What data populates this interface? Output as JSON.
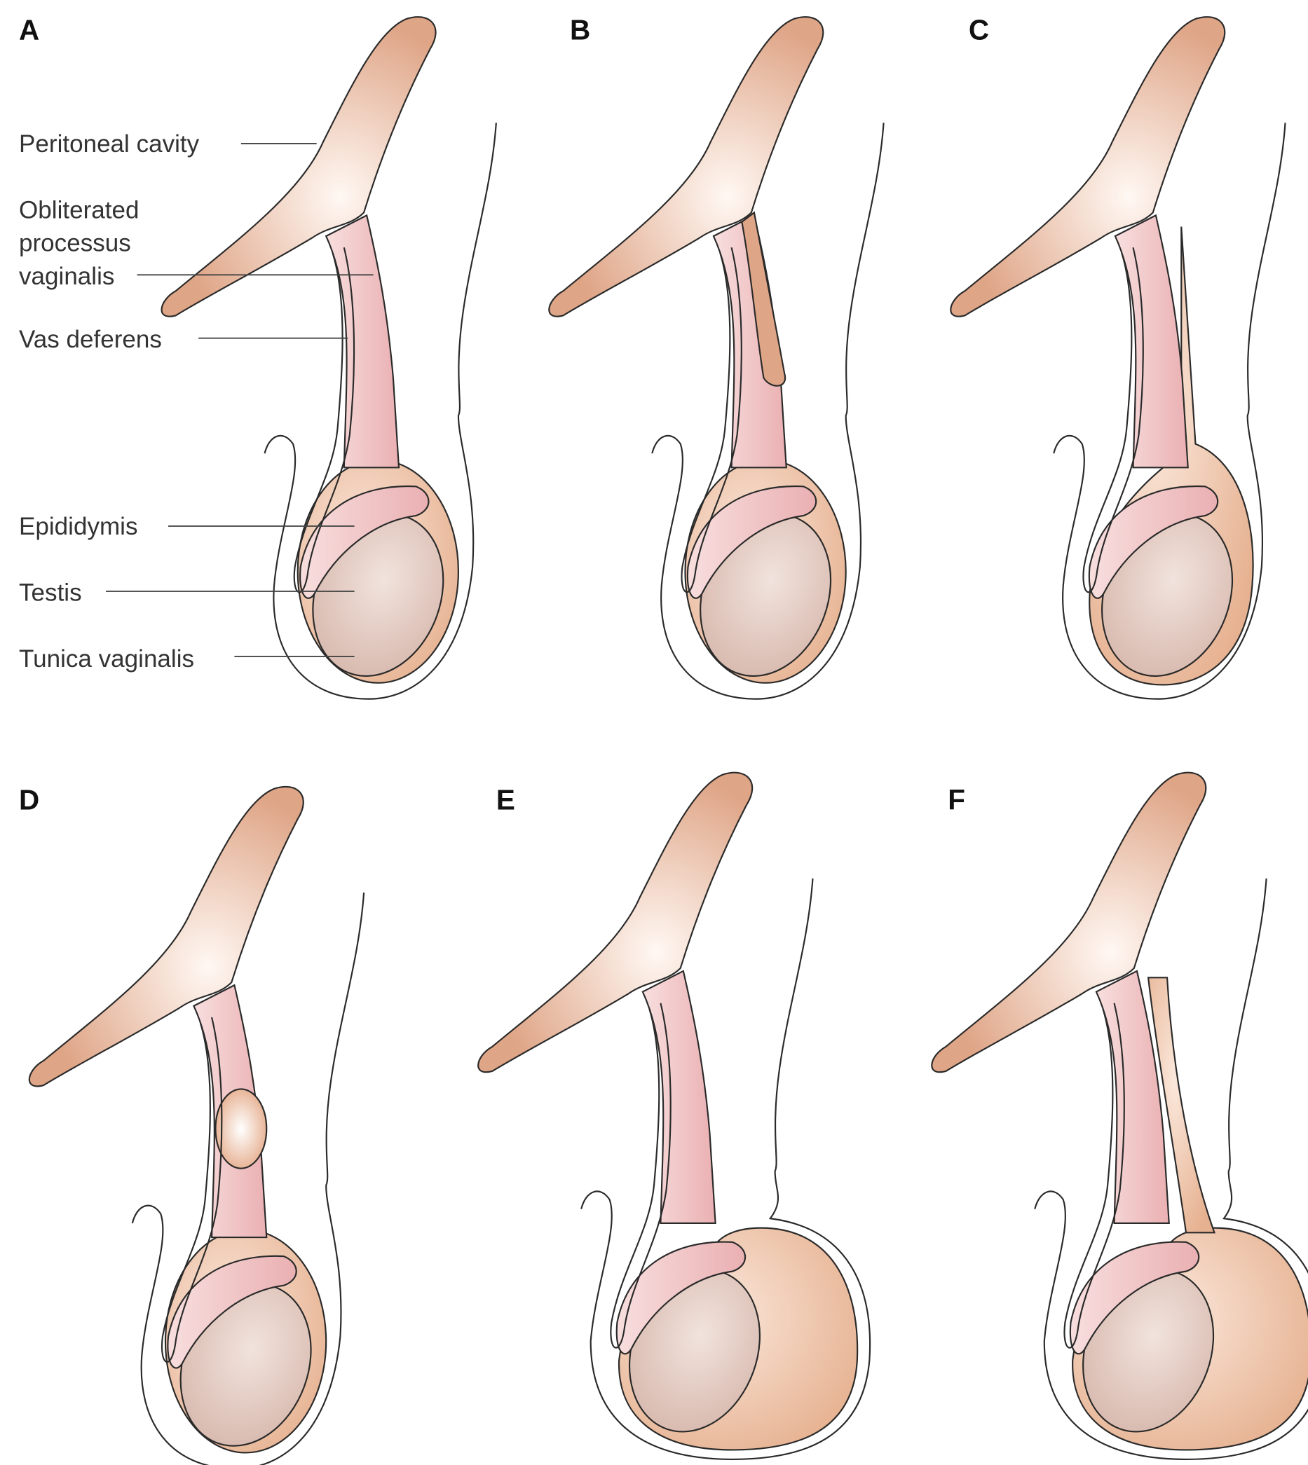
{
  "panels": [
    {
      "letter": "A"
    },
    {
      "letter": "B"
    },
    {
      "letter": "C"
    },
    {
      "letter": "D"
    },
    {
      "letter": "E"
    },
    {
      "letter": "F"
    }
  ],
  "labels": {
    "peritoneal_cavity": "Peritoneal cavity",
    "obliterated_1": "Obliterated",
    "obliterated_2": "processus",
    "obliterated_3": "vaginalis",
    "vas_deferens": "Vas deferens",
    "epididymis": "Epididymis",
    "testis": "Testis",
    "tunica_vaginalis": "Tunica vaginalis"
  },
  "colors": {
    "peritoneum": "#dfa587",
    "cord": "#f1c0c0",
    "tunica": "#efc4a8",
    "testis": "#e2c7bd",
    "outline": "#2a2a2a"
  }
}
